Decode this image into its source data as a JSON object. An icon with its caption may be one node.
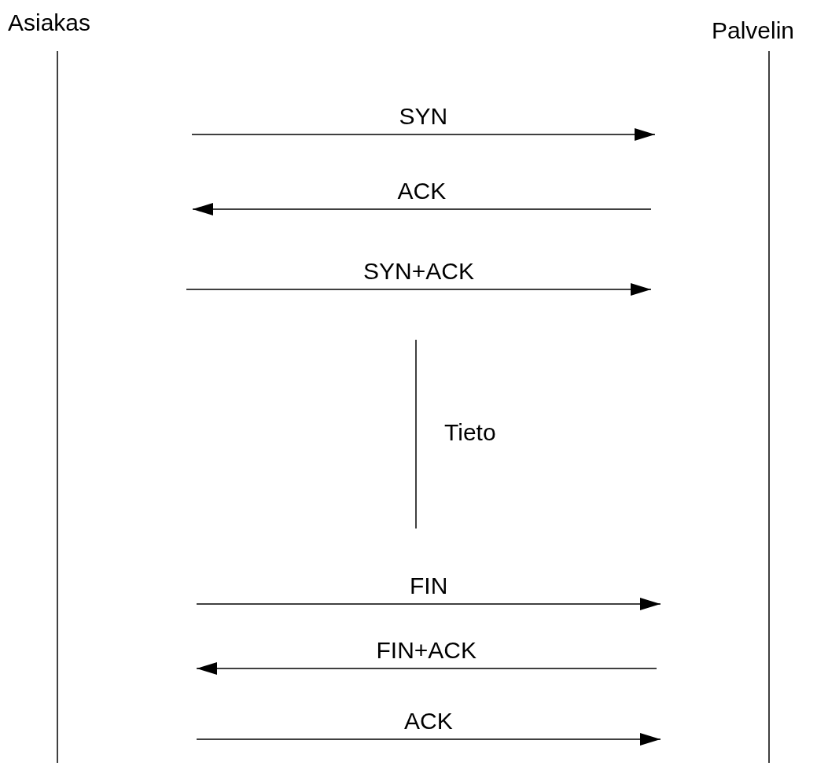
{
  "diagram": {
    "nodes": [
      {
        "text": [
          "Asiakas"
        ]
      },
      {
        "text": [
          "Palvelin"
        ]
      }
    ],
    "labels": [
      "SYN",
      "ACK",
      "SYN+ACK",
      "Tieto",
      "FIN",
      "FIN+ACK",
      "ACK"
    ]
  }
}
